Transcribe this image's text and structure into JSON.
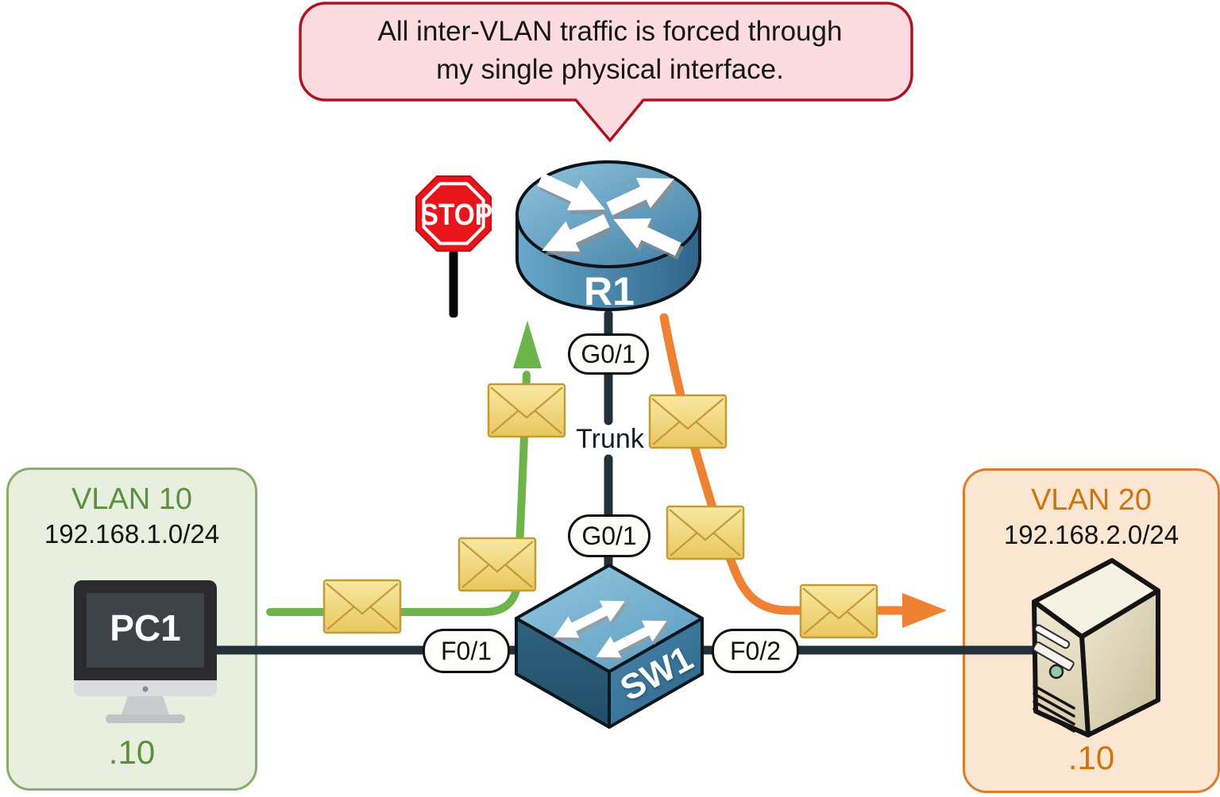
{
  "colors": {
    "bubble-bg": "#fcdce0",
    "bubble-border": "#b01320",
    "stop-red": "#e8141c",
    "green": "#6db44a",
    "orange": "#ef8132",
    "cable": "#22303a",
    "vlan10-bg": "#e9efde",
    "vlan10-border": "#85ae66",
    "vlan10-text": "#5a8f3c",
    "vlan20-bg": "#fbe6d2",
    "vlan20-border": "#e07b2c",
    "vlan20-text": "#d2720f",
    "envelope-fill": "#f2d871",
    "envelope-border": "#c49a36",
    "device-blue": "#4181a8"
  },
  "callout": {
    "line1": "All inter-VLAN traffic is forced through",
    "line2": "my single physical interface."
  },
  "stop_sign": {
    "label": "STOP"
  },
  "devices": {
    "router": {
      "label": "R1"
    },
    "switch": {
      "label": "SW1"
    },
    "pc": {
      "label": "PC1"
    }
  },
  "interfaces": {
    "router_port": "G0/1",
    "switch_uplink": "G0/1",
    "trunk": "Trunk",
    "access_port_1": "F0/1",
    "access_port_2": "F0/2"
  },
  "vlan10": {
    "title": "VLAN 10",
    "subnet": "192.168.1.0/24",
    "host_ip": ".10"
  },
  "vlan20": {
    "title": "VLAN 20",
    "subnet": "192.168.2.0/24",
    "host_ip": ".10"
  },
  "icons": {
    "router": "router-cylinder-arrows-icon",
    "switch": "switch-isometric-arrows-icon",
    "pc": "desktop-monitor-icon",
    "server": "server-tower-icon",
    "stop": "stop-sign-icon",
    "packet": "envelope-icon",
    "vlan10_flow": "green-arrow-flow",
    "vlan20_flow": "orange-arrow-flow"
  }
}
